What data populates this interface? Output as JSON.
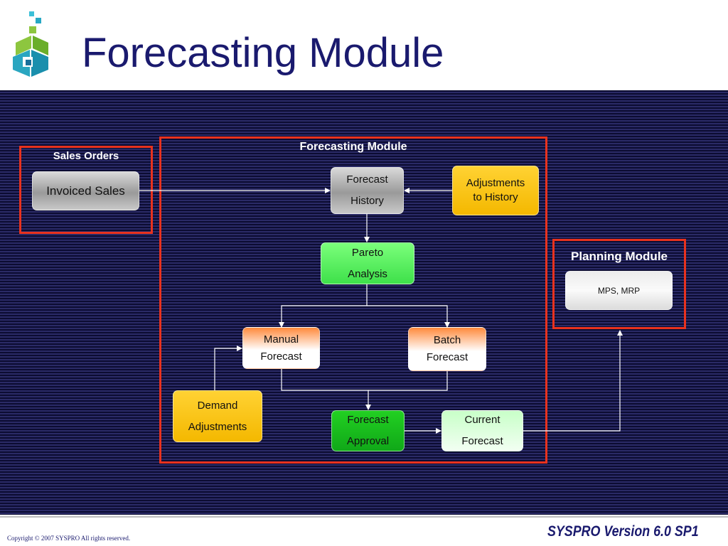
{
  "slide": {
    "title": "Forecasting Module",
    "copyright": "Copyright © 2007 SYSPRO All rights reserved.",
    "version": "SYSPRO Version 6.0 SP1"
  },
  "colors": {
    "title": "#1a1a6e",
    "panel_background": "#111140",
    "group_frame": "#e8321e",
    "connector": "#ffffff"
  },
  "diagram": {
    "groups": {
      "sales_orders": "Sales Orders",
      "forecasting_module": "Forecasting Module",
      "planning_module": "Planning Module"
    },
    "nodes": {
      "invoiced_sales": "Invoiced Sales",
      "forecast_history": [
        "Forecast",
        "History"
      ],
      "adjustments_to_history": [
        "Adjustments",
        "to History"
      ],
      "pareto_analysis": [
        "Pareto",
        "Analysis"
      ],
      "manual_forecast": [
        "Manual",
        "Forecast"
      ],
      "batch_forecast": [
        "Batch",
        "Forecast"
      ],
      "demand_adjustments": [
        "Demand",
        "Adjustments"
      ],
      "forecast_approval": [
        "Forecast",
        "Approval"
      ],
      "current_forecast": [
        "Current",
        "Forecast"
      ],
      "mps_mrp": "MPS, MRP"
    },
    "edges": [
      {
        "from": "invoiced_sales",
        "to": "forecast_history"
      },
      {
        "from": "adjustments_to_history",
        "to": "forecast_history"
      },
      {
        "from": "forecast_history",
        "to": "pareto_analysis"
      },
      {
        "from": "pareto_analysis",
        "to": "manual_forecast"
      },
      {
        "from": "pareto_analysis",
        "to": "batch_forecast"
      },
      {
        "from": "demand_adjustments",
        "to": "manual_forecast"
      },
      {
        "from": "manual_forecast",
        "to": "forecast_approval"
      },
      {
        "from": "batch_forecast",
        "to": "forecast_approval"
      },
      {
        "from": "forecast_approval",
        "to": "current_forecast"
      },
      {
        "from": "current_forecast",
        "to": "mps_mrp"
      }
    ]
  }
}
